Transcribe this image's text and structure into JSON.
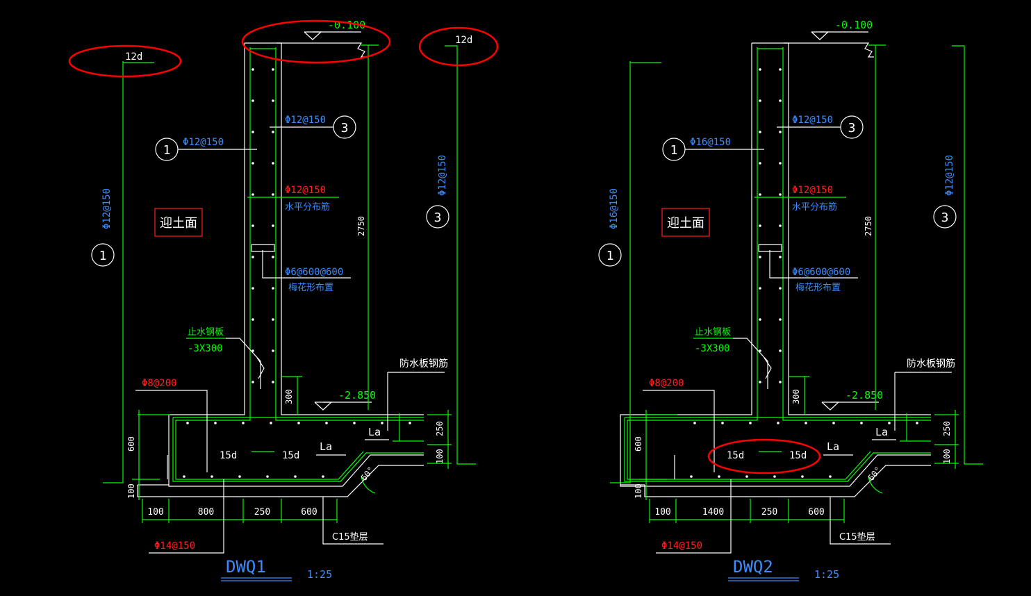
{
  "colors": {
    "background": "#000000",
    "concrete_outline": "#ffffff",
    "rebar": "#00ff00",
    "dimension": "#00ff00",
    "blue_text": "#3a8cff",
    "red_text": "#ff2020",
    "white_text": "#ffffff",
    "markup_red": "#ff0000"
  },
  "drawings": [
    {
      "id": "dwq1",
      "title": "DWQ1",
      "scale": "1:25",
      "elev_top": "-0.100",
      "elev_floor": "-2.850",
      "anchor_left": "12d",
      "anchor_right": "12d",
      "soil_side_label": "迎土面",
      "bar1_label": "Φ12@150",
      "bar1_vertical": "Φ12@150",
      "bar3_label": "Φ12@150",
      "bar3_vertical": "Φ12@150",
      "horiz_bar": "Φ12@150",
      "horiz_note": "水平分布筋",
      "tie_bar": "Φ6@600@600",
      "tie_note": "梅花形布置",
      "waterstop_title": "止水钢板",
      "waterstop_size": "-3X300",
      "slab_top_bar": "Φ8@200",
      "slab_bottom_bar": "Φ14@150",
      "raft_note": "防水板钢筋",
      "cushion_note": "C15垫层",
      "la": "La",
      "lap_15d_left": "15d",
      "lap_15d_right": "15d",
      "angle": "60°",
      "circle_1": "1",
      "circle_3": "3",
      "dim_height": "2750",
      "dim_300": "300",
      "dim_600": "600",
      "dim_100": "100",
      "dim_250": "250",
      "dim_bottom": [
        "100",
        "800",
        "250",
        "600"
      ]
    },
    {
      "id": "dwq2",
      "title": "DWQ2",
      "scale": "1:25",
      "elev_top": "-0.100",
      "elev_floor": "-2.850",
      "anchor_left": "",
      "anchor_right": "",
      "soil_side_label": "迎土面",
      "bar1_label": "Φ16@150",
      "bar1_vertical": "Φ16@150",
      "bar3_label": "Φ12@150",
      "bar3_vertical": "Φ12@150",
      "horiz_bar": "Φ12@150",
      "horiz_note": "水平分布筋",
      "tie_bar": "Φ6@600@600",
      "tie_note": "梅花形布置",
      "waterstop_title": "止水钢板",
      "waterstop_size": "-3X300",
      "slab_top_bar": "Φ8@200",
      "slab_bottom_bar": "Φ14@150",
      "raft_note": "防水板钢筋",
      "cushion_note": "C15垫层",
      "la": "La",
      "lap_15d_left": "15d",
      "lap_15d_right": "15d",
      "angle": "60°",
      "circle_1": "1",
      "circle_3": "3",
      "dim_height": "2750",
      "dim_300": "300",
      "dim_600": "600",
      "dim_100": "100",
      "dim_250": "250",
      "dim_bottom": [
        "100",
        "1400",
        "250",
        "600"
      ]
    }
  ]
}
